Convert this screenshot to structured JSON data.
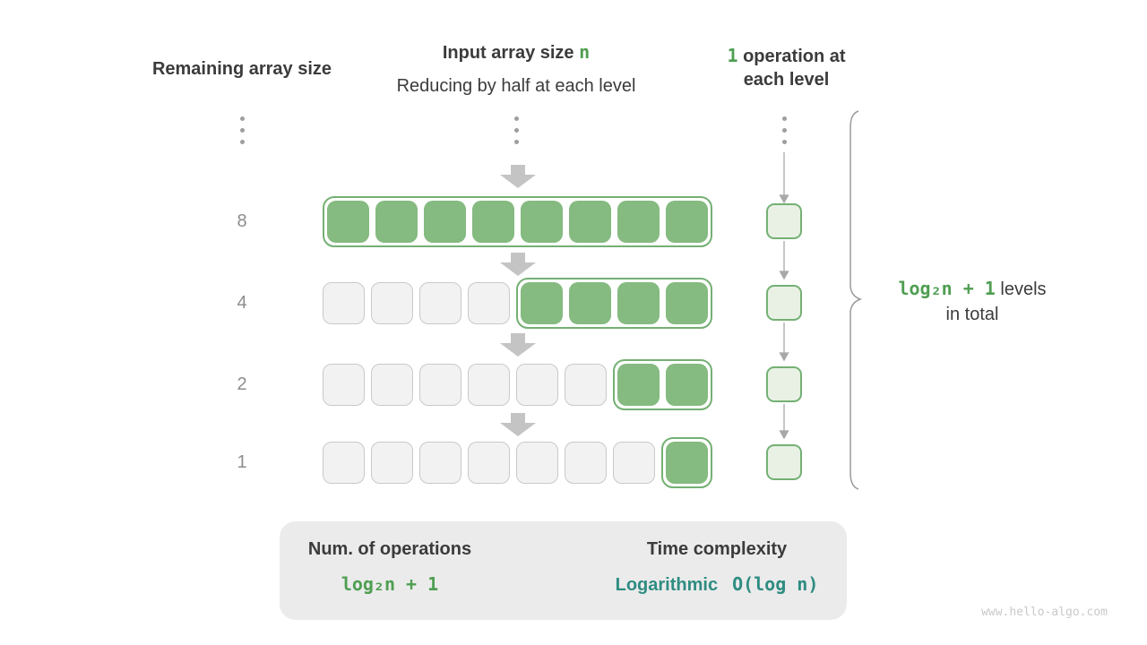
{
  "palette": {
    "green": "#4f9e52",
    "green_fill": "#85ba80",
    "green_border": "#74b074",
    "light_green_fill": "#e9f1e5",
    "gray_fill": "#f2f2f2",
    "gray_border": "#c9c9c9",
    "arrow_gray": "#c4c4c4",
    "teal": "#2f8c82",
    "dark": "#3b3b3b",
    "muted": "#8c8c8c",
    "box_bg": "#ebebeb"
  },
  "headers": {
    "left": "Remaining array size",
    "mid_title": "Input array size ",
    "mid_accent": "n",
    "mid_subtitle": "Reducing by half at each level",
    "right_accent": "1",
    "right_line1": " operation at",
    "right_line2": "each level"
  },
  "levels": [
    {
      "remaining": "8",
      "gray_cells": 0,
      "green_cells": 8
    },
    {
      "remaining": "4",
      "gray_cells": 4,
      "green_cells": 4
    },
    {
      "remaining": "2",
      "gray_cells": 6,
      "green_cells": 2
    },
    {
      "remaining": "1",
      "gray_cells": 7,
      "green_cells": 1
    }
  ],
  "brace_label": {
    "formula": "log₂n + 1",
    "suffix": " levels",
    "line2": "in total"
  },
  "summary": {
    "operations_title": "Num. of operations",
    "operations_formula": "log₂n + 1",
    "complexity_title": "Time complexity",
    "complexity_name": "Logarithmic",
    "complexity_formula": "O(log n)"
  },
  "watermark": "www.hello-algo.com"
}
